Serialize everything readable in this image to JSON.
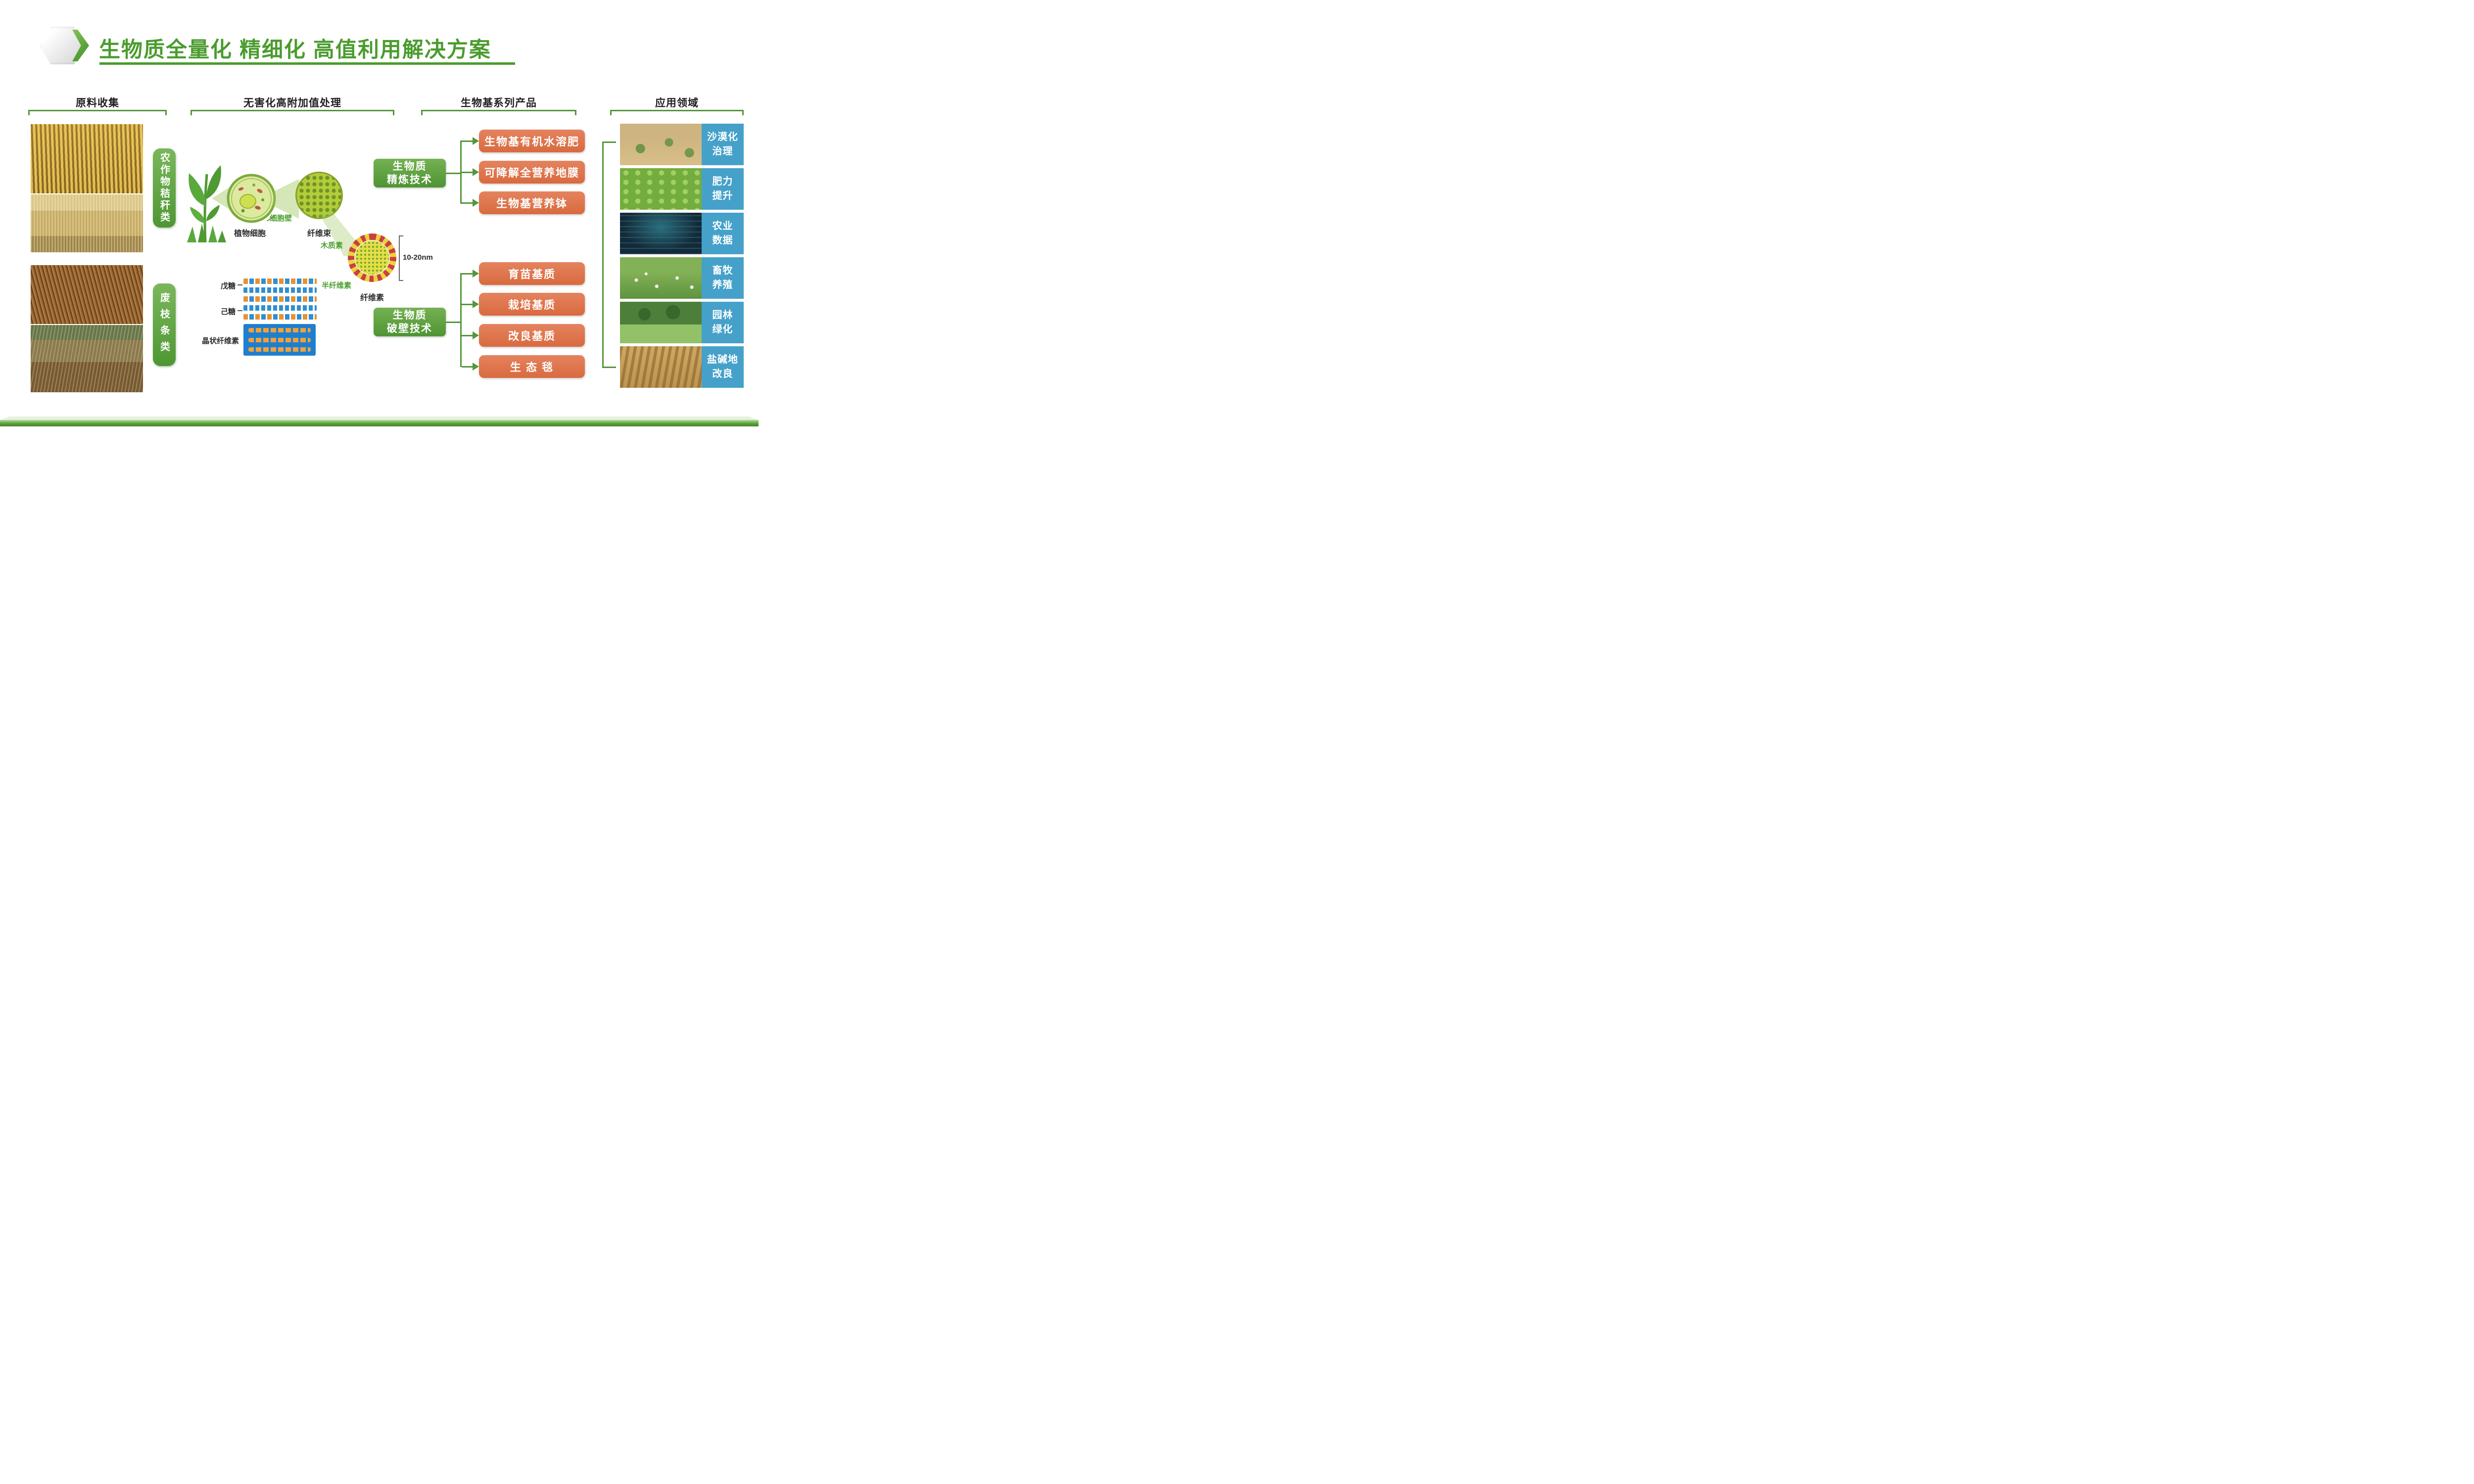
{
  "header": {
    "title": "生物质全量化 精细化 高值利用解决方案"
  },
  "sections": {
    "collection": "原料收集",
    "processing": "无害化高附加值处理",
    "products": "生物基系列产品",
    "applications": "应用领域"
  },
  "collection": {
    "categories": [
      {
        "label": "农作物秸秆类"
      },
      {
        "label": "废枝条类"
      }
    ]
  },
  "processing": {
    "plant_cell": "植物细胞",
    "cell_wall": "细胞壁",
    "fiber_bundle": "纤维束",
    "lignin": "木质素",
    "hemicellulose": "半纤维素",
    "cellulose": "纤维素",
    "scale": "10-20nm",
    "pentose": "戊糖",
    "hexose": "己糖",
    "crystalline_cellulose": "晶状纤维素"
  },
  "technologies": [
    {
      "line1": "生物质",
      "line2": "精炼技术"
    },
    {
      "line1": "生物质",
      "line2": "破壁技术"
    }
  ],
  "products": {
    "refining": [
      "生物基有机水溶肥",
      "可降解全营养地膜",
      "生物基营养钵"
    ],
    "wall_breaking": [
      "育苗基质",
      "栽培基质",
      "改良基质",
      "生 态 毯"
    ]
  },
  "applications": [
    {
      "line1": "沙漠化",
      "line2": "治理"
    },
    {
      "line1": "肥力",
      "line2": "提升"
    },
    {
      "line1": "农业",
      "line2": "数据"
    },
    {
      "line1": "畜牧",
      "line2": "养殖"
    },
    {
      "line1": "园林",
      "line2": "绿化"
    },
    {
      "line1": "盐碱地",
      "line2": "改良"
    }
  ],
  "colors": {
    "green": "#4f9a33",
    "orange": "#dd7046",
    "blue": "#45a1c9"
  }
}
